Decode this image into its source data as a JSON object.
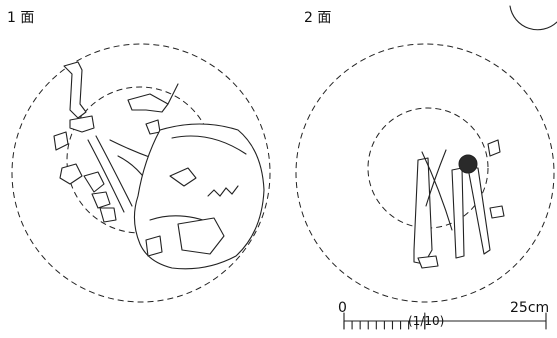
{
  "panels": {
    "left_label": "1 面",
    "right_label": "2 面"
  },
  "scale": {
    "zero": "0",
    "ratio": "(1/10)",
    "max": "25cm"
  }
}
